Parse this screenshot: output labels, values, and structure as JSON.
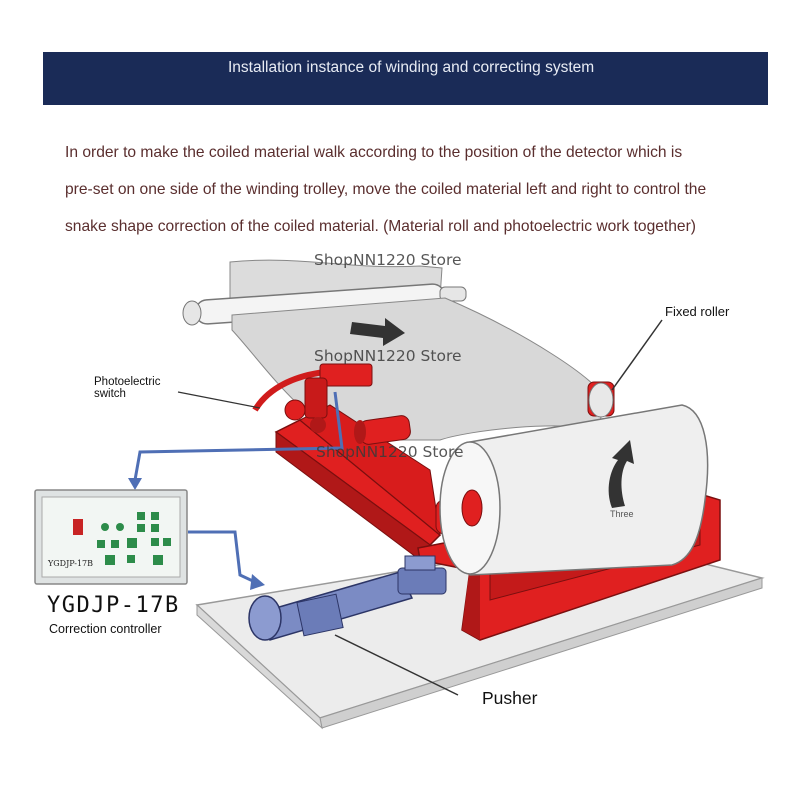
{
  "header": {
    "title": "Installation instance of winding and correcting system"
  },
  "intro": {
    "lines": [
      "In order to make the coiled material walk according to the position of the detector which is",
      "pre-set on one side of the winding trolley, move the coiled material left and right to control the",
      "snake shape correction of the coiled material. (Material roll and photoelectric work together)"
    ]
  },
  "labels": {
    "fixed_roller": "Fixed roller",
    "photoelectric_line1": "Photoelectric",
    "photoelectric_line2": "switch",
    "model": "YGDJP-17B",
    "controller": "Correction controller",
    "pusher": "Pusher",
    "panel_model": "YGDJP-17B",
    "roll_text": "Three"
  },
  "watermark": {
    "text": "ShopNN1220 Store"
  },
  "colors": {
    "header_bg": "#1a2b57",
    "intro_text": "#5a2e2e",
    "frame_red": "#e02020",
    "pusher_blue": "#7b8bc4",
    "connector_blue": "#4f6fb5"
  },
  "icons": {
    "roll_arrow": "curved-arrow-up-icon",
    "web_arrow": "arrow-right-icon"
  }
}
